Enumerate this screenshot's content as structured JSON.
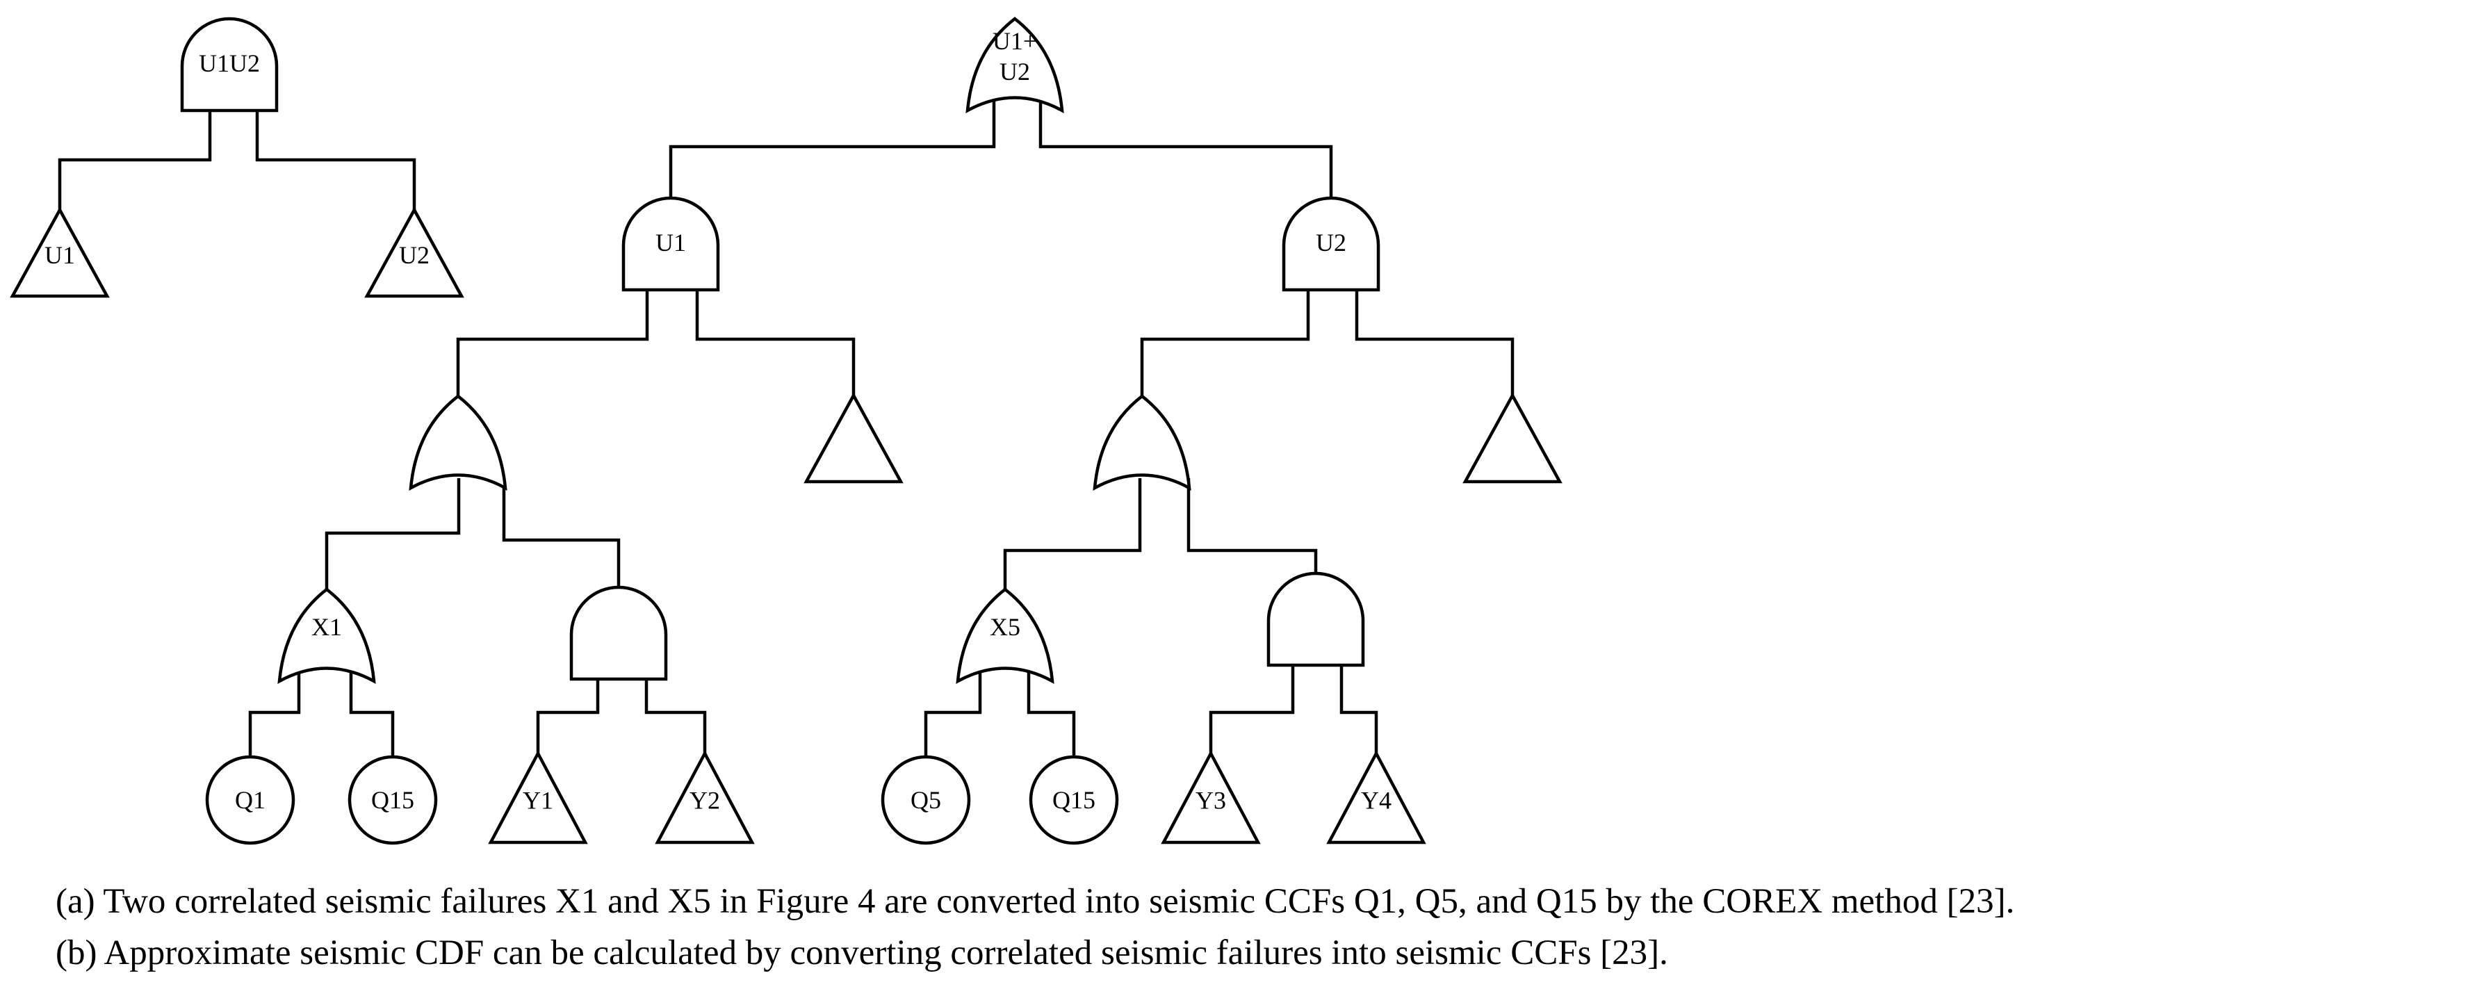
{
  "diagram": {
    "type": "fault-tree",
    "gates": [
      {
        "id": "u1u2",
        "kind": "and",
        "label": "U1U2"
      },
      {
        "id": "u1-left",
        "kind": "basic-triangle",
        "label": "U1"
      },
      {
        "id": "u2-left",
        "kind": "basic-triangle",
        "label": "U2"
      },
      {
        "id": "u1-or-u2",
        "kind": "or",
        "label": "U1+ U2",
        "lines": [
          "U1+",
          "U2"
        ]
      },
      {
        "id": "u1",
        "kind": "and",
        "label": "U1"
      },
      {
        "id": "u2",
        "kind": "and",
        "label": "U2"
      },
      {
        "id": "or-left",
        "kind": "or",
        "label": ""
      },
      {
        "id": "tri-left",
        "kind": "basic-triangle",
        "label": ""
      },
      {
        "id": "or-right",
        "kind": "or",
        "label": ""
      },
      {
        "id": "tri-right",
        "kind": "basic-triangle",
        "label": ""
      },
      {
        "id": "x1",
        "kind": "or",
        "label": "X1"
      },
      {
        "id": "and-left",
        "kind": "and",
        "label": ""
      },
      {
        "id": "x5",
        "kind": "or",
        "label": "X5"
      },
      {
        "id": "and-right",
        "kind": "and",
        "label": ""
      },
      {
        "id": "q1",
        "kind": "basic-circle",
        "label": "Q1"
      },
      {
        "id": "q15-left",
        "kind": "basic-circle",
        "label": "Q15"
      },
      {
        "id": "y1",
        "kind": "basic-triangle",
        "label": "Y1"
      },
      {
        "id": "y2",
        "kind": "basic-triangle",
        "label": "Y2"
      },
      {
        "id": "q5",
        "kind": "basic-circle",
        "label": "Q5"
      },
      {
        "id": "q15-right",
        "kind": "basic-circle",
        "label": "Q15"
      },
      {
        "id": "y3",
        "kind": "basic-triangle",
        "label": "Y3"
      },
      {
        "id": "y4",
        "kind": "basic-triangle",
        "label": "Y4"
      }
    ],
    "edges": [
      [
        "u1u2",
        "u1-left"
      ],
      [
        "u1u2",
        "u2-left"
      ],
      [
        "u1-or-u2",
        "u1"
      ],
      [
        "u1-or-u2",
        "u2"
      ],
      [
        "u1",
        "or-left"
      ],
      [
        "u1",
        "tri-left"
      ],
      [
        "u2",
        "or-right"
      ],
      [
        "u2",
        "tri-right"
      ],
      [
        "or-left",
        "x1"
      ],
      [
        "or-left",
        "and-left"
      ],
      [
        "or-right",
        "x5"
      ],
      [
        "or-right",
        "and-right"
      ],
      [
        "x1",
        "q1"
      ],
      [
        "x1",
        "q15-left"
      ],
      [
        "and-left",
        "y1"
      ],
      [
        "and-left",
        "y2"
      ],
      [
        "x5",
        "q5"
      ],
      [
        "x5",
        "q15-right"
      ],
      [
        "and-right",
        "y3"
      ],
      [
        "and-right",
        "y4"
      ]
    ]
  },
  "captions": {
    "a": "(a) Two correlated seismic failures X1 and X5 in Figure 4 are converted into seismic CCFs Q1, Q5, and Q15 by the COREX method [23].",
    "b": "(b) Approximate seismic CDF can be calculated by converting correlated seismic failures into seismic CCFs [23]."
  }
}
